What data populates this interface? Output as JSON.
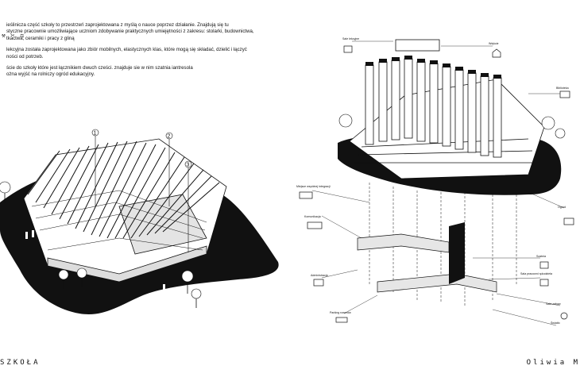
{
  "left_page": {
    "tool_icons": "⚒ ✂ ⚖",
    "paragraphs": [
      "ieślinicza część szkoły to przestrzeń zaprojektowana z myślą o nauce poprzez działanie. Znajdują się tu\nstyczne pracownie umożliwiające uczniom zdobywanie praktycznych umiejętności z zakresu: stolarki, budownictwa,\n tkactwa, ceramiki i pracy z gliną",
      " lekcyjna została zaprojektowana jako zbiór mobilnych, elastycznych klas, które mogą się składać, dzielić i łączyć\nności od potrzeb.",
      "ście do szkoły które jest łącznikiem dwuch cześci. znajduje sie w nim szatnia iantresola\nożna wyjść na rolniczy ogród edukacyjny."
    ],
    "callouts": [
      "1",
      "2",
      "3"
    ],
    "footer": "SZKOŁA"
  },
  "right_page": {
    "labels": [
      "Sale lekcyjne",
      "Wejście",
      "Biblioteka",
      "Miejsce wspólnej integracji",
      "Ogród",
      "Komunikacja",
      "Szatnia",
      "Sala pracowni rękodzieła",
      "Administracja",
      "Sala zabaw",
      "Parking rowerów",
      "Światło"
    ],
    "footer": "Oliwia M"
  },
  "colors": {
    "ink": "#111111",
    "paper": "#ffffff",
    "hatch": "#cfcfcf"
  }
}
